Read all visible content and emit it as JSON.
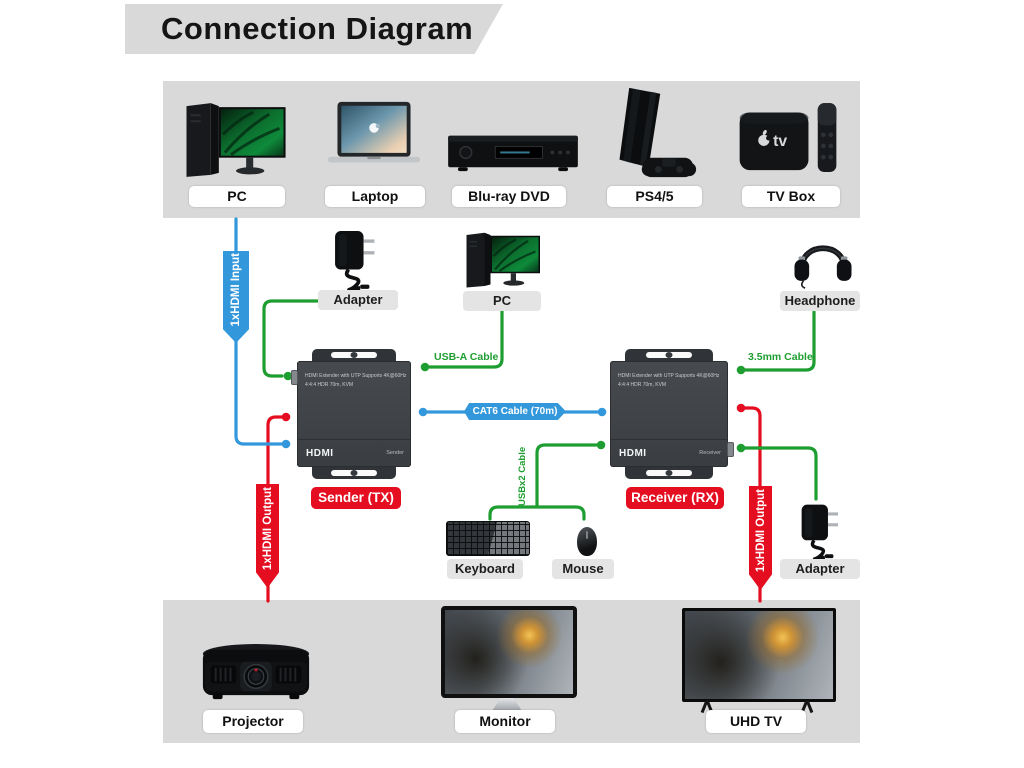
{
  "title": "Connection Diagram",
  "colors": {
    "band_gray": "#d9d9d9",
    "cable_blue": "#3398db",
    "cable_green": "#1e9e30",
    "cable_red": "#e50d20",
    "unit_body": "#3e4145"
  },
  "sources": [
    {
      "label": "PC"
    },
    {
      "label": "Laptop"
    },
    {
      "label": "Blu-ray DVD"
    },
    {
      "label": "PS4/5"
    },
    {
      "label": "TV Box"
    }
  ],
  "outputs": [
    {
      "label": "Projector"
    },
    {
      "label": "Monitor"
    },
    {
      "label": "UHD TV"
    }
  ],
  "peripherals": {
    "adapter_left": "Adapter",
    "pc_source": "PC",
    "headphone": "Headphone",
    "keyboard": "Keyboard",
    "mouse": "Mouse",
    "adapter_right": "Adapter"
  },
  "units": {
    "sender": {
      "desc_line1": "HDMI Extender with UTP Supports 4K@60Hz",
      "desc_line2": "4:4:4 HDR 70m, KVM",
      "logo": "HDMI",
      "role": "Sender",
      "tag": "Sender (TX)"
    },
    "receiver": {
      "desc_line1": "HDMI Extender with UTP Supports 4K@60Hz",
      "desc_line2": "4:4:4 HDR 70m, KVM",
      "logo": "HDMI",
      "role": "Receiver",
      "tag": "Receiver (RX)"
    }
  },
  "cables": {
    "hdmi_input": "1xHDMI Input",
    "hdmi_output": "1xHDMI Output",
    "usb_a": "USB-A Cable",
    "cat6": "CAT6 Cable (70m)",
    "audio_35mm": "3.5mm Cable",
    "usb_x2": "USBx2 Cable"
  },
  "art_text": {
    "tv_box_logo": "tv"
  }
}
